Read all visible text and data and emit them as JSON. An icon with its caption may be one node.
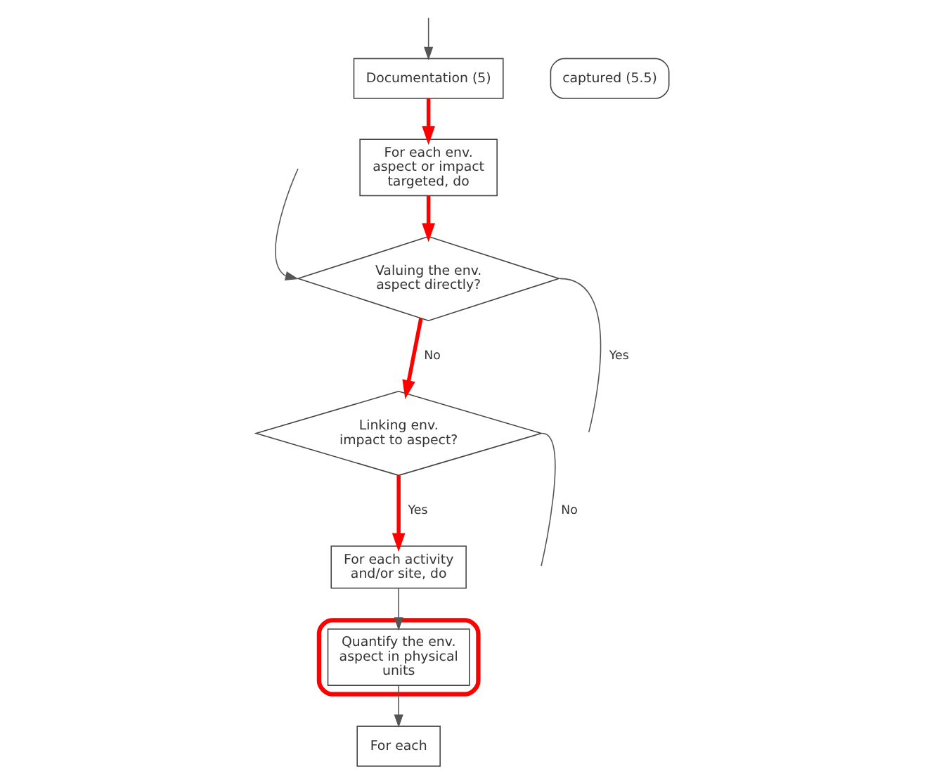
{
  "diagram": {
    "nodes": [
      {
        "text": [
          "Documentation (5)"
        ]
      },
      {
        "text": [
          "captured (5.5)"
        ]
      },
      {
        "text": [
          "For each env. aspect or impact targeted, do"
        ]
      },
      {
        "text": [
          "Valuing the env. aspect directly?"
        ]
      },
      {
        "text": [
          "For each activity and/or site, do"
        ]
      },
      {
        "text": [],
        "shape": "ellipse"
      },
      {
        "text": [
          "Quantify the env. aspect in physical units"
        ],
        "in": 5
      },
      {
        "text": [
          "Linking env. impact to aspect?"
        ]
      },
      {
        "text": [
          "For each"
        ]
      }
    ],
    "edges": [
      {
        "from": null,
        "to": 0,
        "arrow": "to"
      },
      {
        "from": 0,
        "to": 2,
        "arrow": "to",
        "style": "thick",
        "color": "#ff0000"
      },
      {
        "from": 2,
        "to": 3,
        "arrow": "to",
        "style": "thick",
        "color": "#ff0000"
      },
      {
        "from": 3,
        "to": null,
        "label": "Yes",
        "arrow": "none"
      },
      {
        "from": null,
        "to": 3,
        "arrow": "to"
      },
      {
        "from": 3,
        "to": 7,
        "label": "No",
        "arrow": "to",
        "style": "thick",
        "color": "#ff0000"
      },
      {
        "from": 7,
        "to": 4,
        "label": "Yes",
        "arrow": "to",
        "style": "thick",
        "color": "#ff0000"
      },
      {
        "from": 4,
        "to": 6,
        "arrow": "to"
      },
      {
        "from": 6,
        "to": 8,
        "arrow": "to"
      },
      {
        "from": 7,
        "to": null,
        "label": "No",
        "arrow": "none"
      }
    ]
  }
}
